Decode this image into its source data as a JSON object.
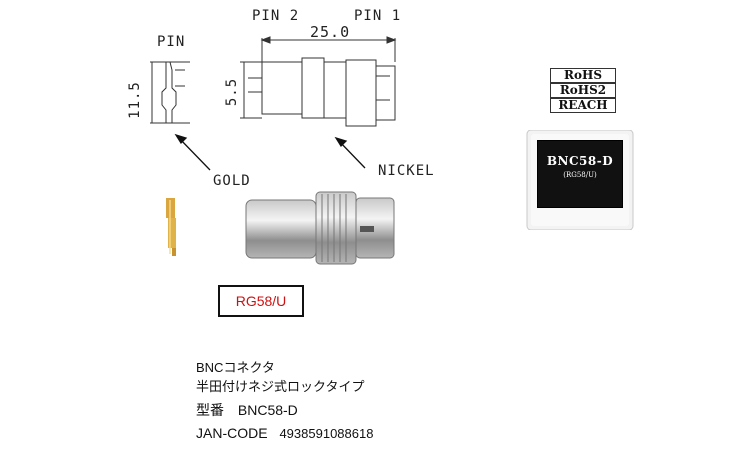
{
  "drawing": {
    "pin_label": "PIN",
    "pin2_label": "PIN 2",
    "pin1_label": "PIN 1",
    "dim_length": "25.0",
    "dim_pin_length": "11.5",
    "dim_diameter": "5.5",
    "gold_label": "GOLD",
    "nickel_label": "NICKEL"
  },
  "certifications": [
    "RoHS",
    "RoHS2",
    "REACH"
  ],
  "package": {
    "title": "BNC58-D",
    "subtitle": "(RG58/U)"
  },
  "cable_type": "RG58/U",
  "info": {
    "line1": "BNCコネクタ",
    "line2": "半田付けネジ式ロックタイプ",
    "model_label": "型番",
    "model_value": "BNC58-D",
    "jan_label": "JAN-CODE",
    "jan_value": "4938591088618"
  }
}
